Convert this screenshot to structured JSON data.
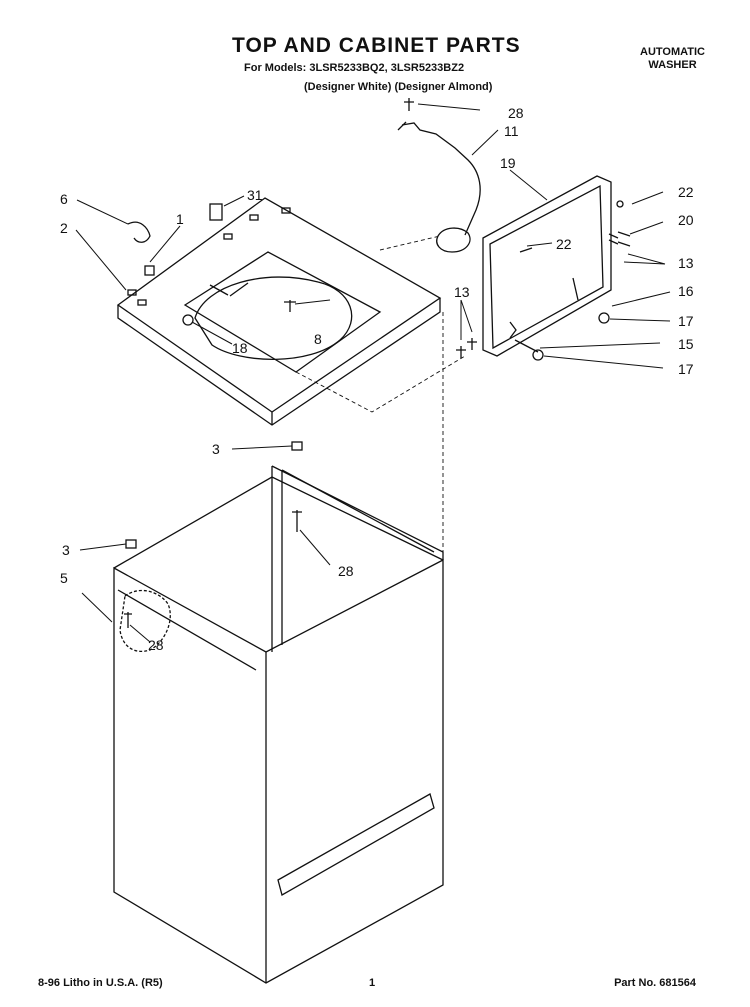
{
  "header": {
    "title": "TOP AND CABINET PARTS",
    "models_line": "For Models: 3LSR5233BQ2, 3LSR5233BZ2",
    "designer_line": "(Designer White) (Designer Almond)",
    "product_type_line1": "AUTOMATIC",
    "product_type_line2": "WASHER"
  },
  "callouts": [
    "28",
    "11",
    "31",
    "6",
    "1",
    "2",
    "19",
    "22",
    "22",
    "20",
    "13",
    "13",
    "16",
    "17",
    "15",
    "17",
    "8",
    "18",
    "3",
    "3",
    "5",
    "28",
    "28"
  ],
  "footer": {
    "left": "8-96 Litho in U.S.A. (R5)",
    "page_number": "1",
    "part_number": "Part No. 681564"
  }
}
